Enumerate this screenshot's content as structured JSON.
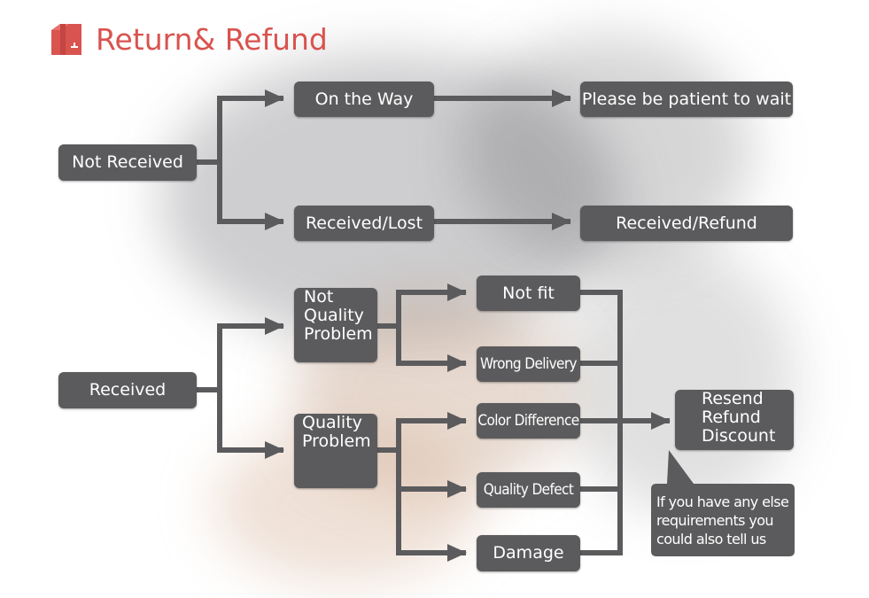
{
  "header": {
    "title": "Return& Refund",
    "icon": "box-icon",
    "title_color": "#d9534f"
  },
  "colors": {
    "node_fill": "#5b5b5d",
    "node_text": "#ffffff",
    "arrow": "#5b5b5d"
  },
  "flow": {
    "not_received": "Not Received",
    "on_the_way": "On the Way",
    "please_wait": "Please be patient to wait",
    "received_lost": "Received/Lost",
    "received_refund": "Received/Refund",
    "received": "Received",
    "not_quality_problem": [
      "Not",
      "Quality",
      "Problem"
    ],
    "quality_problem": [
      "Quality",
      "Problem"
    ],
    "not_fit": "Not fit",
    "wrong_delivery": "Wrong Delivery",
    "color_difference": "Color Difference",
    "quality_defect": "Quality Defect",
    "damage": "Damage",
    "outcome": [
      "Resend",
      "Refund",
      "Discount"
    ],
    "note": [
      "If you have any else",
      "requirements you",
      "could also tell us"
    ]
  }
}
